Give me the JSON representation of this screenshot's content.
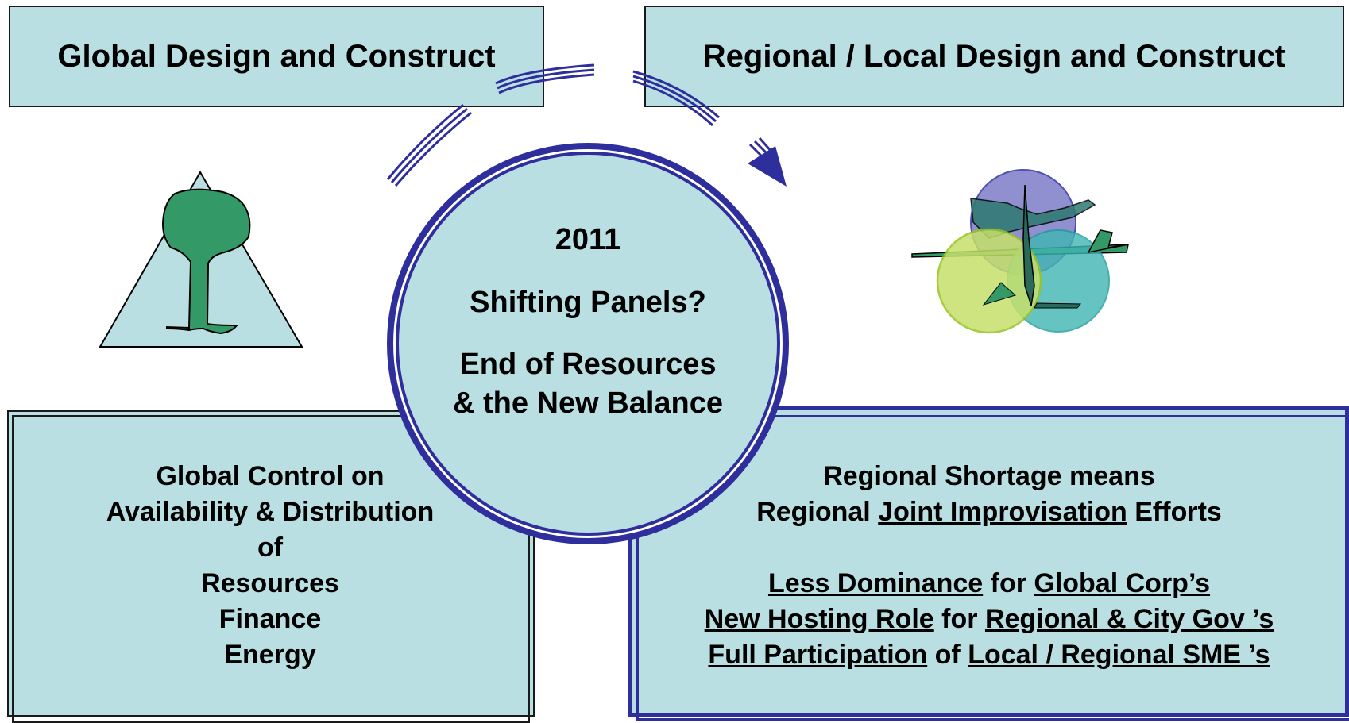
{
  "headers": {
    "left": "Global Design and Construct",
    "right": "Regional / Local  Design and Construct"
  },
  "center": {
    "year": "2011",
    "line1": "Shifting Panels?",
    "line2a": "End of Resources",
    "line2b": "& the New Balance"
  },
  "left_panel": {
    "lines": [
      "Global Control on",
      "Availability & Distribution",
      "of",
      "Resources",
      "Finance",
      "Energy"
    ]
  },
  "right_panel": {
    "line1": "Regional Shortage means",
    "line2_pre": "Regional ",
    "line2_u": "Joint Improvisation",
    "line2_post": " Efforts",
    "r3_a": "Less Dominance",
    "r3_b": " for ",
    "r3_c": "Global Corp’s",
    "r4_a": "New Hosting Role",
    "r4_b": " for ",
    "r4_c": "Regional & City Gov ’s",
    "r5_a": "Full Participation",
    "r5_b": " of ",
    "r5_c": "Local / Regional SME ’s"
  },
  "colors": {
    "panel_fill": "#b9dfe3",
    "navy": "#2e2f9c",
    "tree_green": "#339966"
  }
}
